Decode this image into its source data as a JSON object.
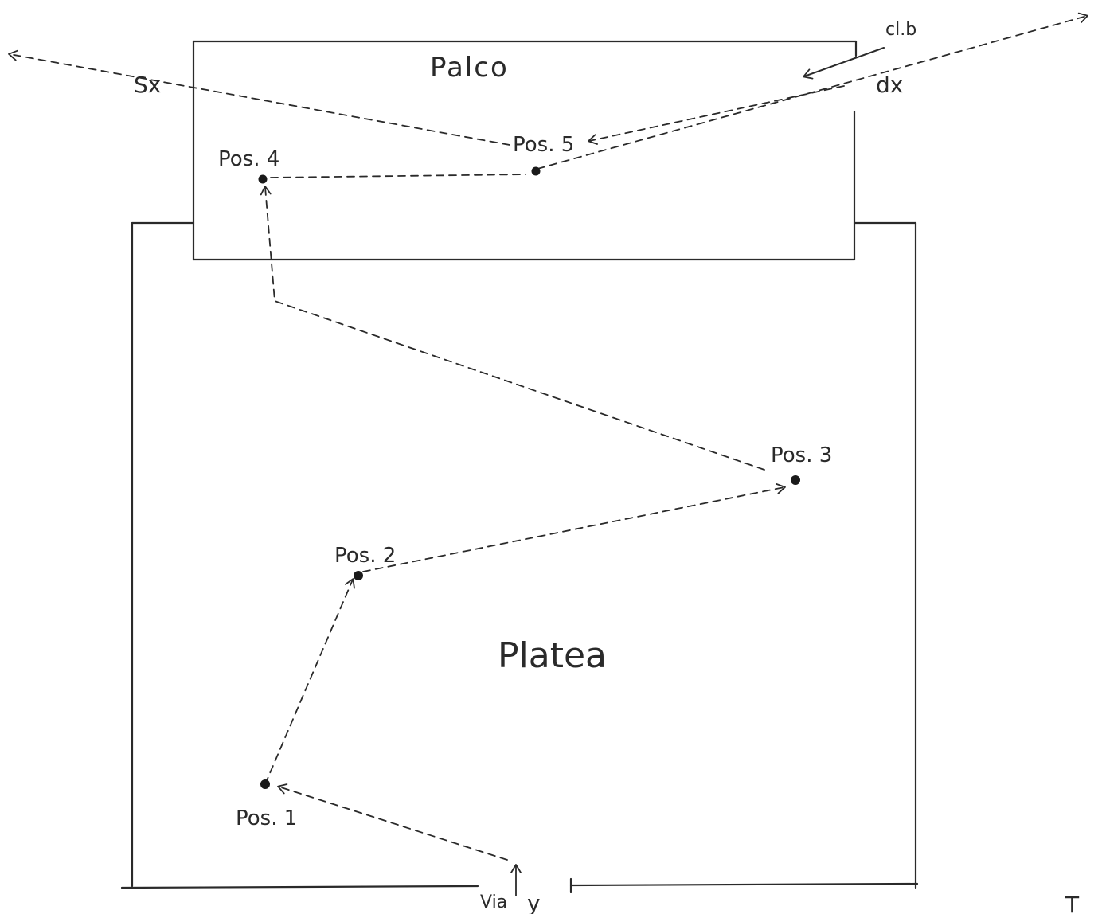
{
  "labels": {
    "stage": "Palco",
    "hall": "Platea",
    "left_exit": "Sx",
    "right_exit": "dx",
    "top_note": "cl.b",
    "entrance": "Via",
    "entrance_mark": "y",
    "corner_mark": "T"
  },
  "positions": [
    {
      "label": "Pos. 1"
    },
    {
      "label": "Pos. 2"
    },
    {
      "label": "Pos. 3"
    },
    {
      "label": "Pos. 4"
    },
    {
      "label": "Pos. 5"
    }
  ]
}
